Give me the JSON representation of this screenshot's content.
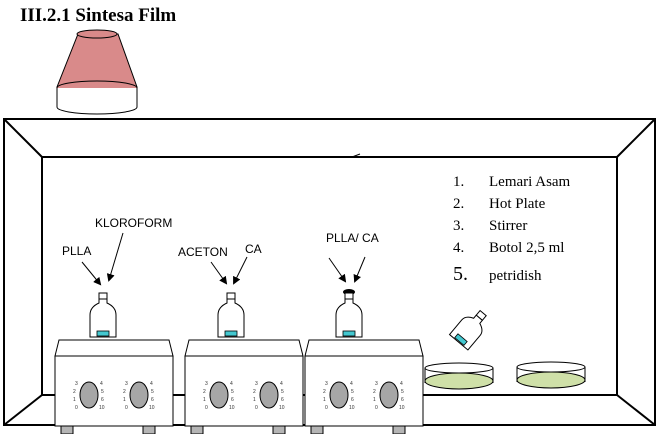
{
  "title": "III.2.1 Sintesa Film",
  "labels": {
    "plla": "PLLA",
    "kloroform": "KLOROFORM",
    "aceton": "ACETON",
    "ca": "CA",
    "plla_ca": "PLLA/ CA"
  },
  "legend": [
    {
      "num": "1.",
      "text": "Lemari Asam"
    },
    {
      "num": "2.",
      "text": "Hot Plate"
    },
    {
      "num": "3.",
      "text": "Stirrer"
    },
    {
      "num": "4.",
      "text": "Botol 2,5 ml"
    },
    {
      "num": "5.",
      "text": "petridish"
    }
  ],
  "colors": {
    "lamp": "#d98a8a",
    "liquid": "#44c8d0",
    "petri_fill": "#cfe0a8",
    "knob": "#a6a6a6"
  }
}
